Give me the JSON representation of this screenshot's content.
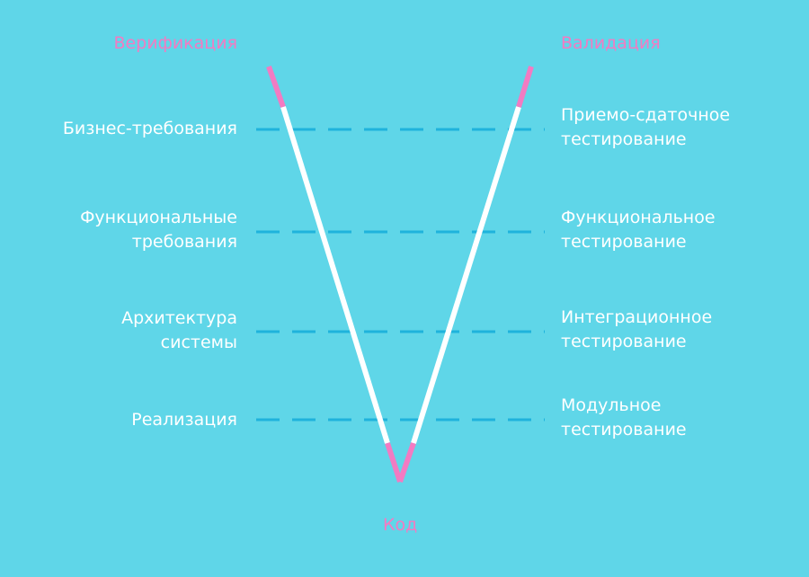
{
  "headings": {
    "left": "Верификация",
    "right": "Валидация",
    "bottom": "Код"
  },
  "levels": [
    {
      "left": [
        "Бизнес-требования"
      ],
      "right": [
        "Приемо-сдаточное",
        "тестирование"
      ]
    },
    {
      "left": [
        "Функциональные",
        "требования"
      ],
      "right": [
        "Функциональное",
        "тестирование"
      ]
    },
    {
      "left": [
        "Архитектура",
        "системы"
      ],
      "right": [
        "Интеграционное",
        "тестирование"
      ]
    },
    {
      "left": [
        "Реализация"
      ],
      "right": [
        "Модульное",
        "тестирование"
      ]
    }
  ],
  "colors": {
    "background": "#5fd6e8",
    "accent": "#f27bc2",
    "line": "#ffffff",
    "dash": "#1fb3dc"
  }
}
